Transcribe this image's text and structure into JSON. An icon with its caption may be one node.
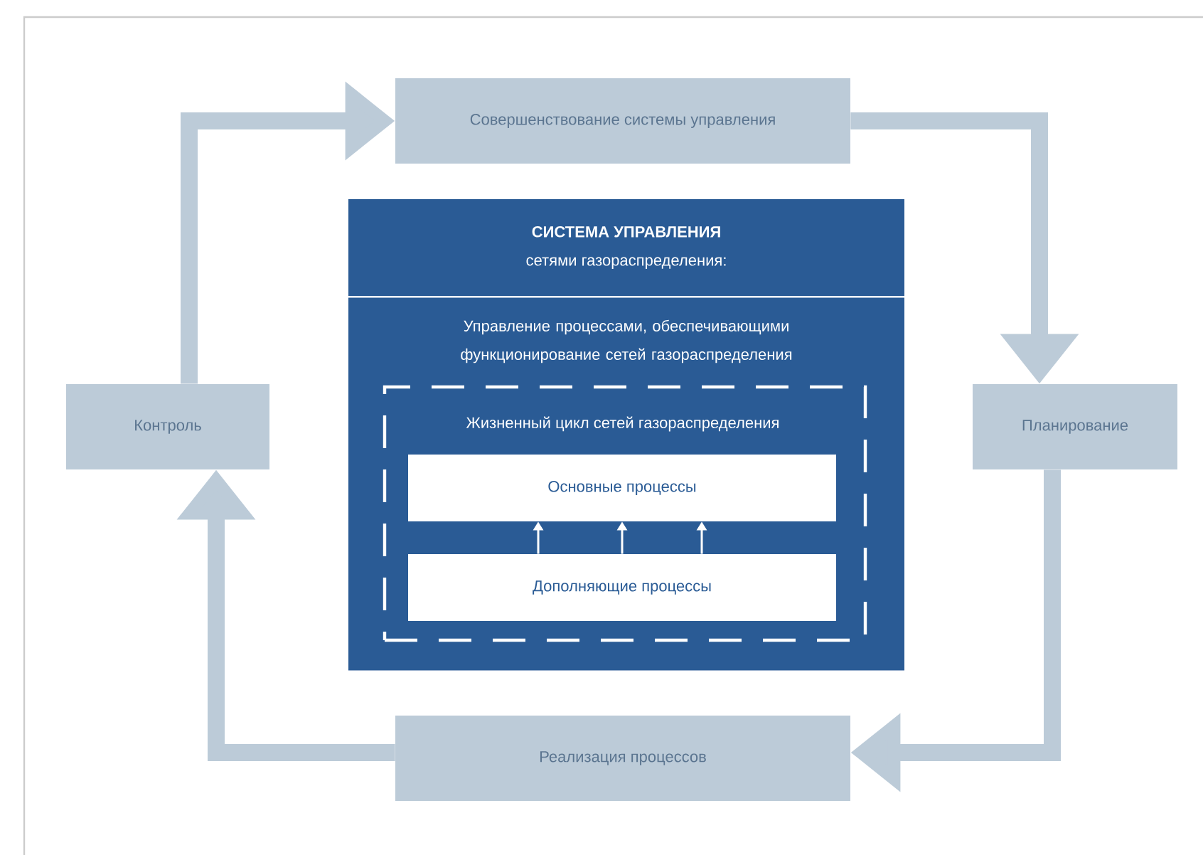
{
  "diagram": {
    "nodes": [
      {
        "text": [
          "Совершенствование системы управления"
        ]
      },
      {
        "text": [
          "Планирование"
        ]
      },
      {
        "text": [
          "Реализация процессов"
        ]
      },
      {
        "text": [
          "Контроль"
        ]
      },
      {
        "text": [
          "СИСТЕМА УПРАВЛЕНИЯ",
          "сетями газораспределения:"
        ]
      },
      {
        "text": [
          "Управление процессами, обеспечивающими функционирование сетей газораспределения"
        ]
      },
      {
        "text": [
          "Жизненный цикл сетей газораспределения"
        ],
        "in": 5
      },
      {
        "text": [
          "Основные процессы"
        ],
        "in": 6
      },
      {
        "text": [
          "Дополняющие процессы"
        ],
        "in": 6
      }
    ],
    "edges": [
      {
        "from": 3,
        "to": 0,
        "arrow": "to"
      },
      {
        "from": 0,
        "to": 1,
        "arrow": "to"
      },
      {
        "from": 1,
        "to": 2,
        "arrow": "to"
      },
      {
        "from": 2,
        "to": 3,
        "arrow": "to"
      },
      {
        "from": 8,
        "to": 7,
        "arrow": "to",
        "color": "#ffffff"
      },
      {
        "from": 8,
        "to": 7,
        "arrow": "to",
        "color": "#ffffff"
      },
      {
        "from": 8,
        "to": 7,
        "arrow": "to",
        "color": "#ffffff"
      }
    ]
  }
}
